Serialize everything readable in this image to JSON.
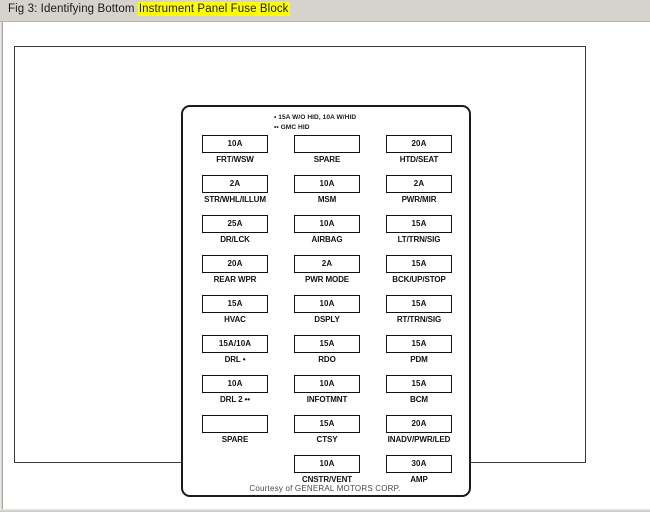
{
  "window": {
    "title_prefix": "Fig 3: Identifying Bottom ",
    "title_highlighted": "Instrument Panel Fuse Block"
  },
  "diagram": {
    "legend": [
      "• 15A W/O HID, 10A W/HID",
      "•• GMC HID"
    ],
    "columns": [
      {
        "name": "column-1",
        "fuses": [
          {
            "amp": "10A",
            "label": "FRT/WSW"
          },
          {
            "amp": "2A",
            "label": "STR/WHL/ILLUM"
          },
          {
            "amp": "25A",
            "label": "DR/LCK"
          },
          {
            "amp": "20A",
            "label": "REAR WPR"
          },
          {
            "amp": "15A",
            "label": "HVAC"
          },
          {
            "amp": "15A/10A",
            "label": "DRL •"
          },
          {
            "amp": "10A",
            "label": "DRL 2 ••"
          },
          {
            "amp": "",
            "label": "SPARE"
          }
        ]
      },
      {
        "name": "column-2",
        "fuses": [
          {
            "amp": "",
            "label": "SPARE"
          },
          {
            "amp": "10A",
            "label": "MSM"
          },
          {
            "amp": "10A",
            "label": "AIRBAG"
          },
          {
            "amp": "2A",
            "label": "PWR MODE"
          },
          {
            "amp": "10A",
            "label": "DSPLY"
          },
          {
            "amp": "15A",
            "label": "RDO"
          },
          {
            "amp": "10A",
            "label": "INFOTMNT"
          },
          {
            "amp": "15A",
            "label": "CTSY"
          },
          {
            "amp": "10A",
            "label": "CNSTR/VENT"
          }
        ]
      },
      {
        "name": "column-3",
        "fuses": [
          {
            "amp": "20A",
            "label": "HTD/SEAT"
          },
          {
            "amp": "2A",
            "label": "PWR/MIR"
          },
          {
            "amp": "15A",
            "label": "LT/TRN/SIG"
          },
          {
            "amp": "15A",
            "label": "BCK/UP/STOP"
          },
          {
            "amp": "15A",
            "label": "RT/TRN/SIG"
          },
          {
            "amp": "15A",
            "label": "PDM"
          },
          {
            "amp": "15A",
            "label": "BCM"
          },
          {
            "amp": "20A",
            "label": "INADV/PWR/LED"
          },
          {
            "amp": "30A",
            "label": "AMP"
          }
        ]
      }
    ]
  },
  "footer": {
    "credit": "Courtesy of GENERAL MOTORS CORP."
  }
}
